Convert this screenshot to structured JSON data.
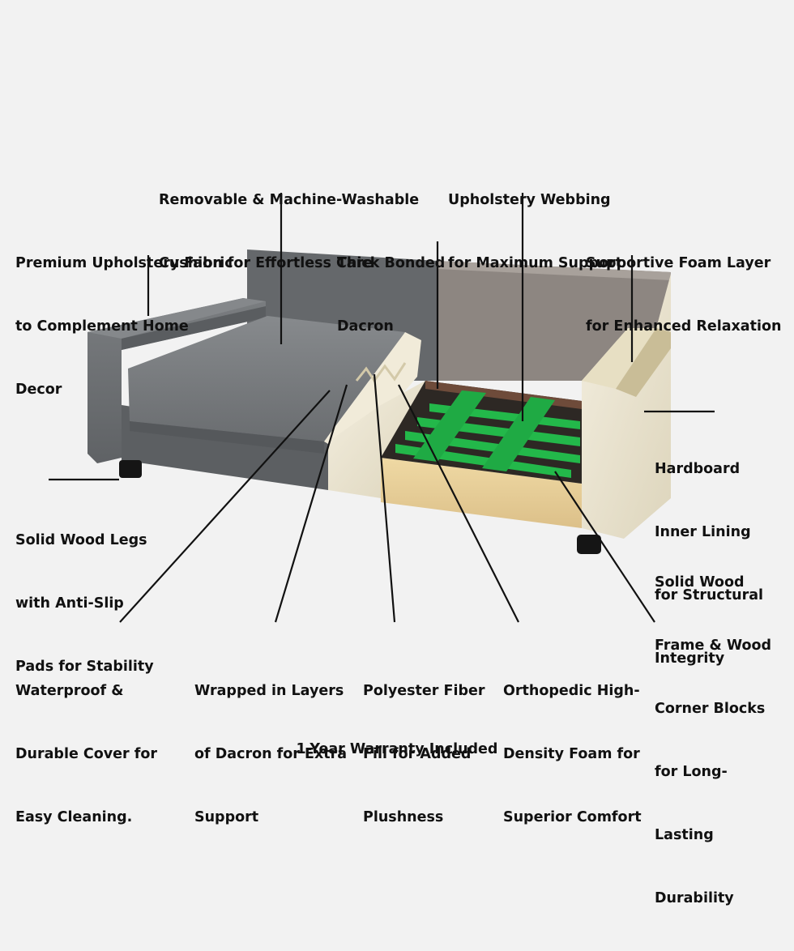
{
  "colors": {
    "background": "#f2f2f2",
    "fabric": "#6f7275",
    "fabric_dark": "#55585b",
    "foam": "#ece6d3",
    "dacron": "#8c8580",
    "webbing": "#23b84a",
    "wood": "#e6cf9a",
    "frame_dark": "#2d2824",
    "leader_line": "#111111"
  },
  "callouts": {
    "cushion": [
      "Removable & Machine-Washable",
      "Cushion for Effortless Care"
    ],
    "webbing": [
      "Upholstery Webbing",
      "for Maximum Support"
    ],
    "fabric": [
      "Premium Upholstery Fabric",
      "to Complement Home",
      "Decor"
    ],
    "dacron": [
      "Thick Bonded",
      "Dacron"
    ],
    "foam_layer": [
      "Supportive Foam Layer",
      "for Enhanced Relaxation"
    ],
    "hardboard": [
      "Hardboard",
      "Inner Lining",
      "for Structural",
      "Integrity"
    ],
    "legs": [
      "Solid Wood Legs",
      "with Anti-Slip",
      "Pads for Stability"
    ],
    "frame": [
      "Solid Wood",
      "Frame & Wood",
      "Corner Blocks",
      "for Long-",
      "Lasting",
      "Durability"
    ],
    "waterproof": [
      "Waterproof &",
      "Durable Cover for",
      "Easy Cleaning."
    ],
    "wrapped": [
      "Wrapped in Layers",
      "of Dacron for Extra",
      "Support"
    ],
    "polyester": [
      "Polyester Fiber",
      "Fill for Added",
      "Plushness"
    ],
    "orthopedic": [
      "Orthopedic High-",
      "Density Foam for",
      "Superior Comfort"
    ]
  },
  "footer": {
    "warranty": "1-Year Warranty Included"
  }
}
